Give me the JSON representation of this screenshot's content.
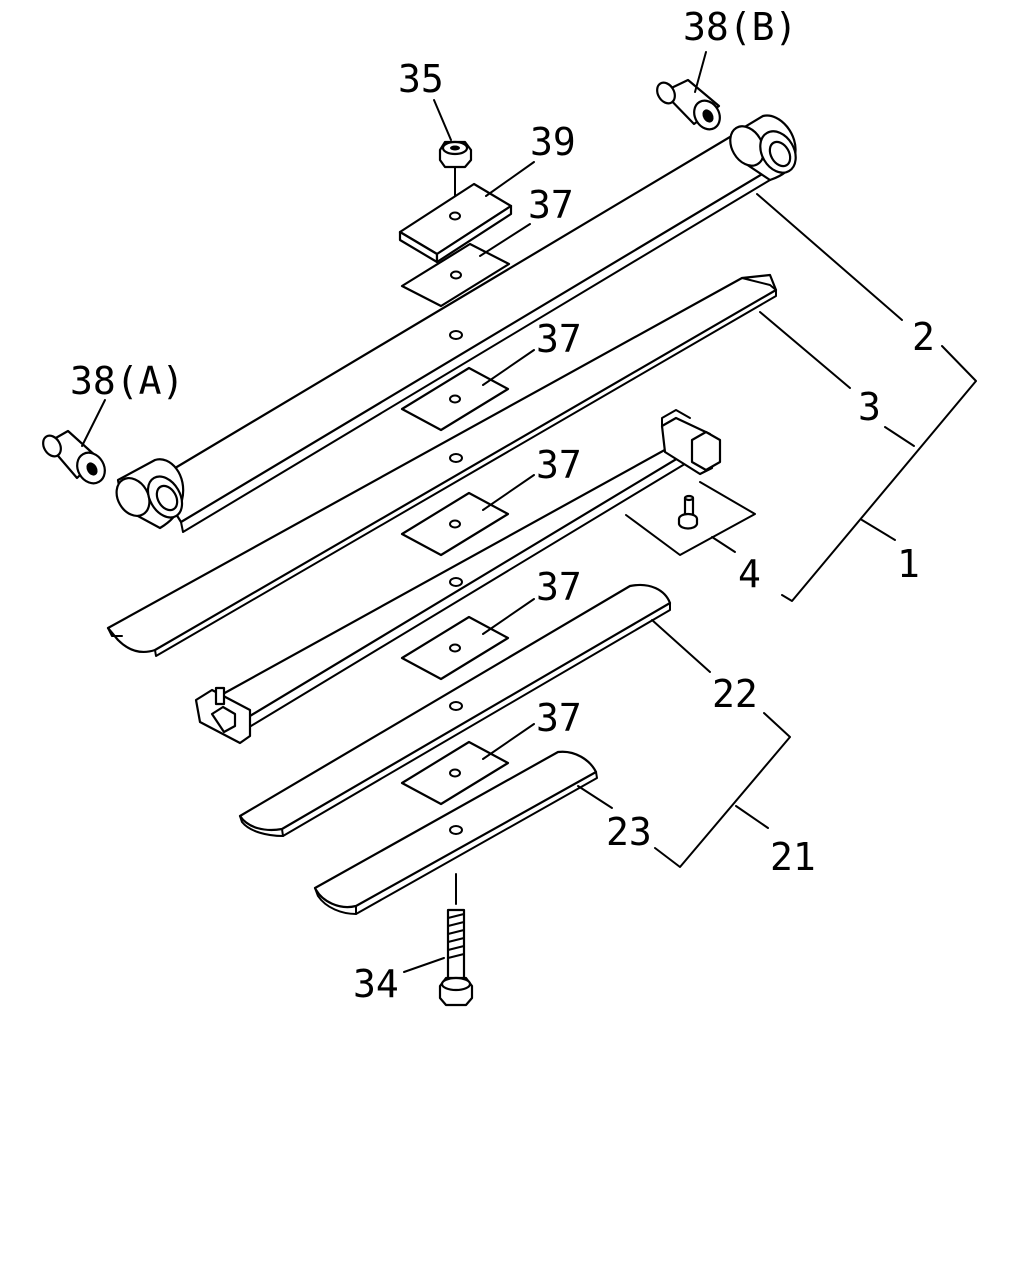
{
  "labels": {
    "bushing_b": "38(B)",
    "nut": "35",
    "plate": "39",
    "pad_top": "37",
    "bushing_a": "38(A)",
    "pad_2": "37",
    "pad_3": "37",
    "pad_4": "37",
    "pad_5": "37",
    "leaf_main": "2",
    "leaf_second": "3",
    "spring_assy": "1",
    "clip": "4",
    "leaf_22": "22",
    "leaf_23": "23",
    "helper_assy": "21",
    "bolt": "34"
  }
}
